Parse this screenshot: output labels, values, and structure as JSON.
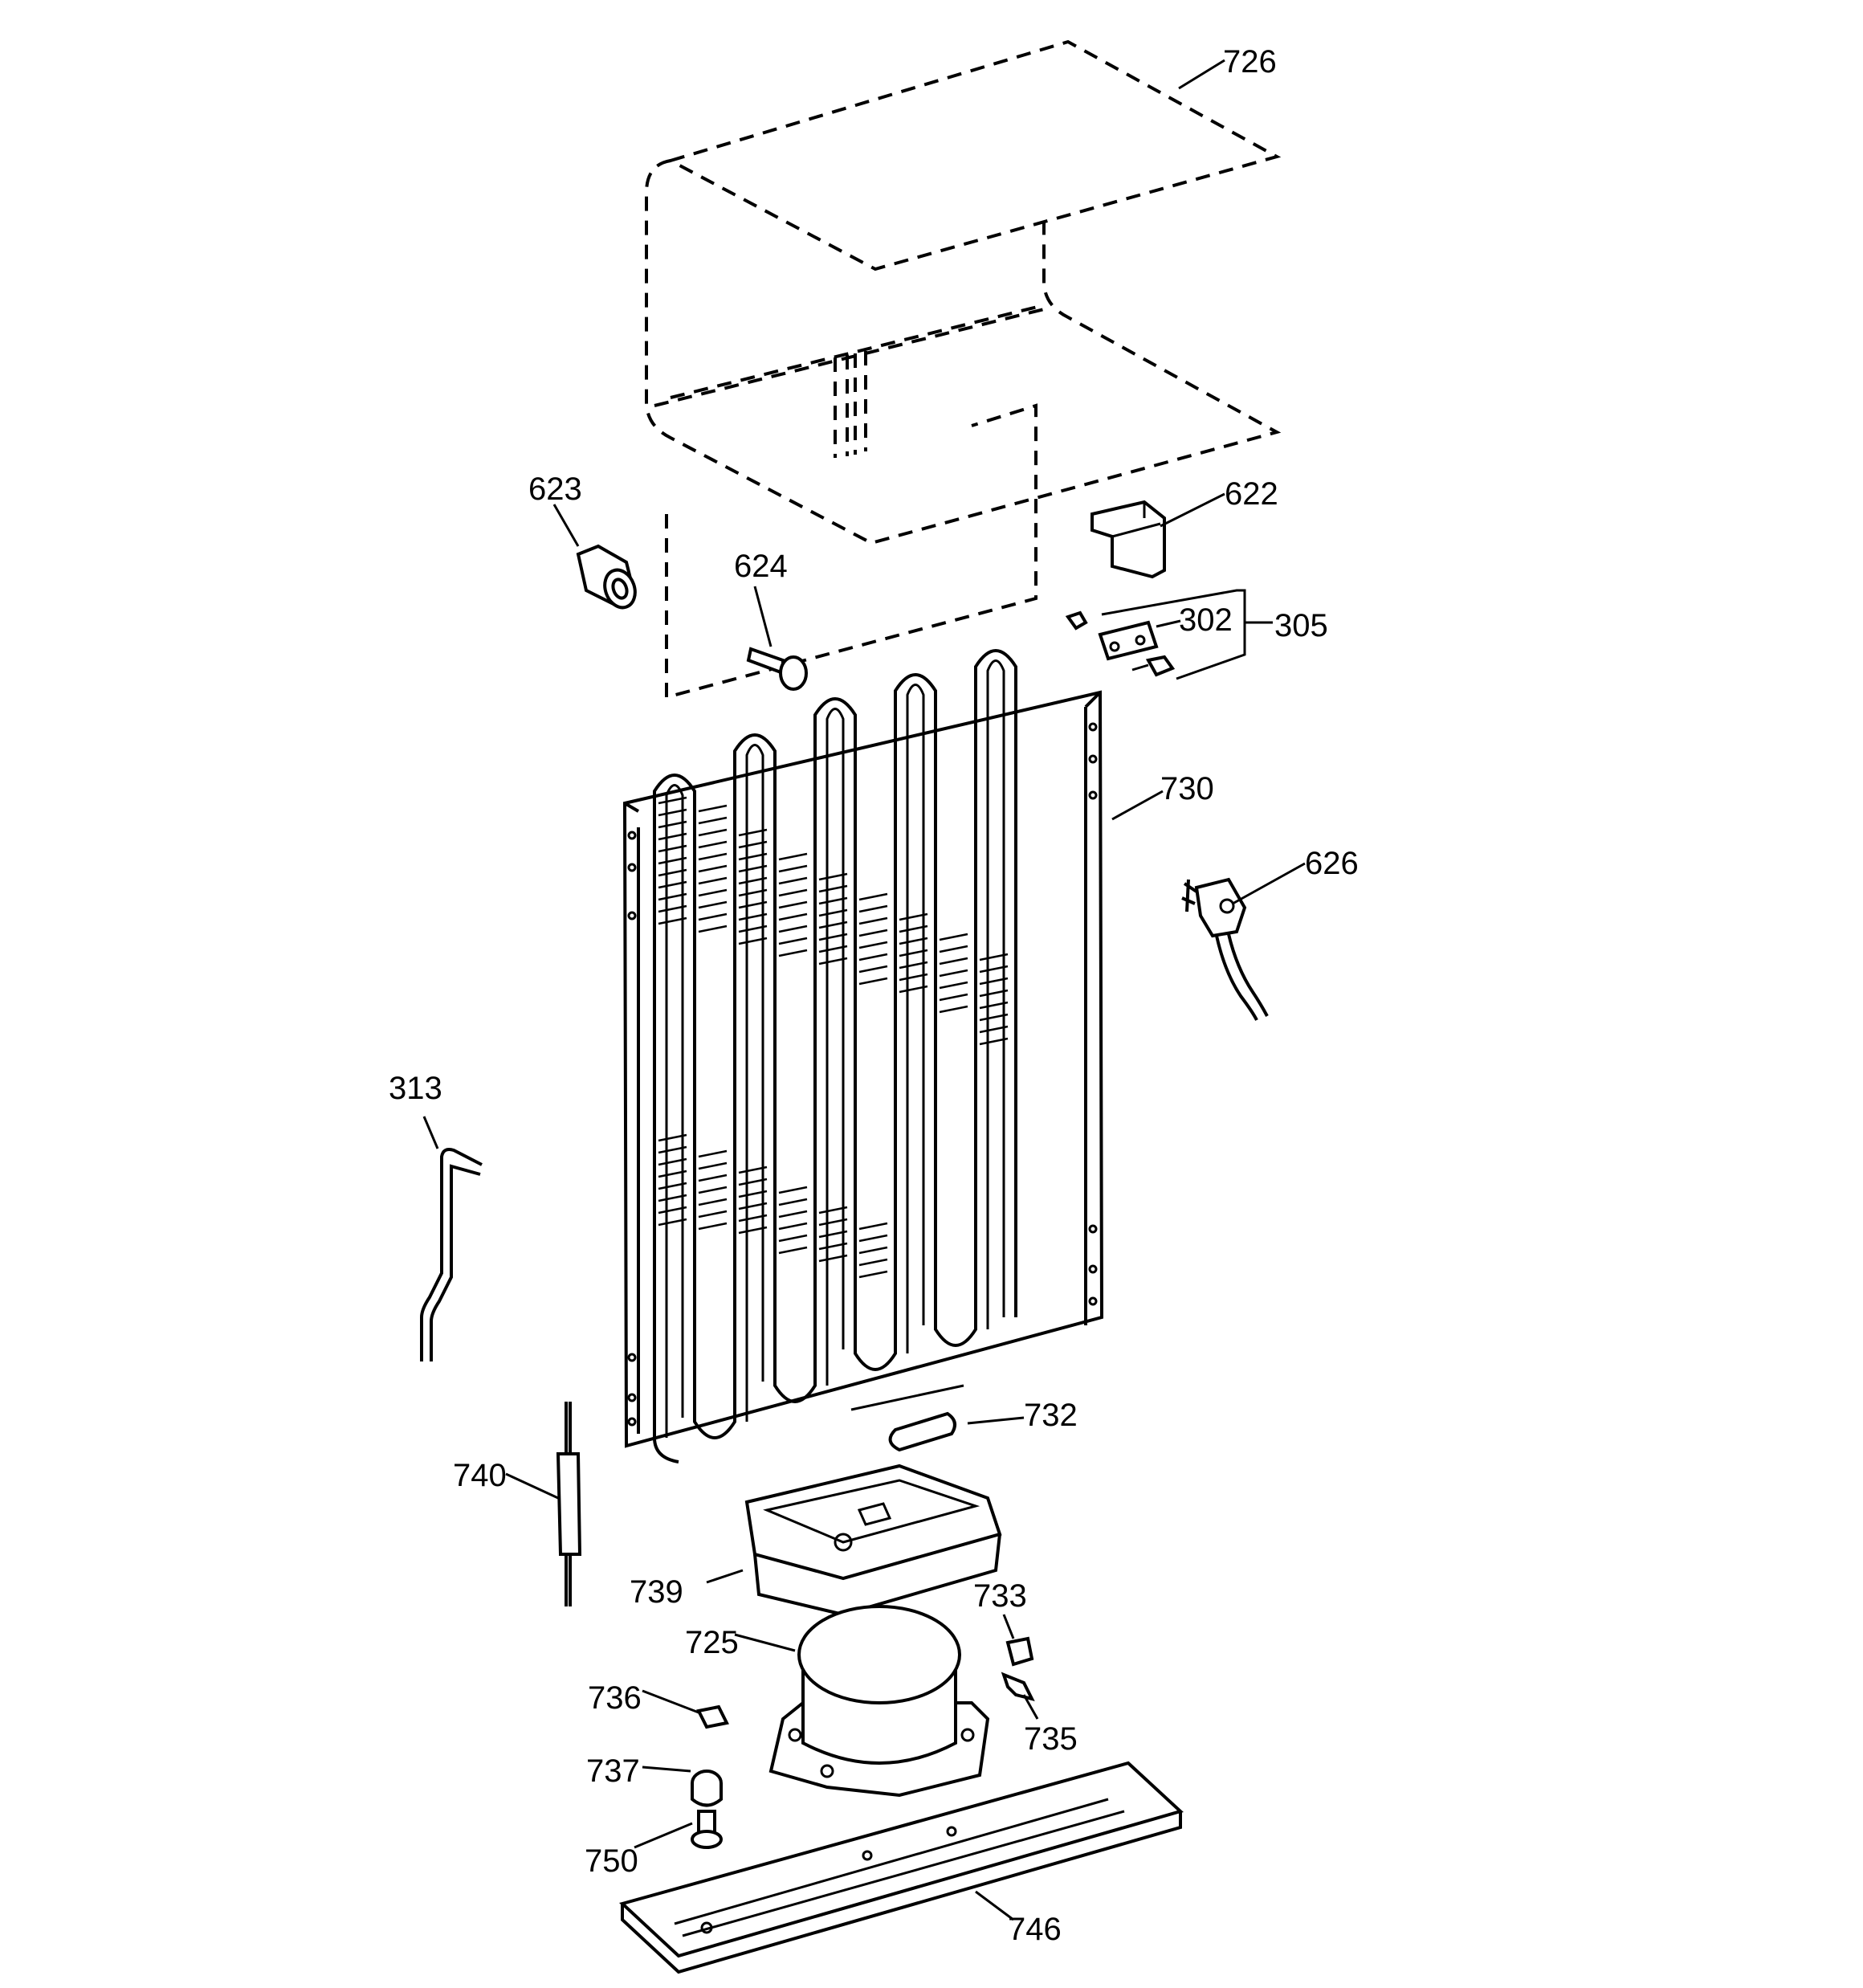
{
  "callouts": [
    {
      "id": "726",
      "label": "726"
    },
    {
      "id": "623",
      "label": "623"
    },
    {
      "id": "622",
      "label": "622"
    },
    {
      "id": "624",
      "label": "624"
    },
    {
      "id": "302",
      "label": "302"
    },
    {
      "id": "305",
      "label": "305"
    },
    {
      "id": "730",
      "label": "730"
    },
    {
      "id": "626",
      "label": "626"
    },
    {
      "id": "313",
      "label": "313"
    },
    {
      "id": "732",
      "label": "732"
    },
    {
      "id": "740",
      "label": "740"
    },
    {
      "id": "739",
      "label": "739"
    },
    {
      "id": "733",
      "label": "733"
    },
    {
      "id": "725",
      "label": "725"
    },
    {
      "id": "736",
      "label": "736"
    },
    {
      "id": "735",
      "label": "735"
    },
    {
      "id": "737",
      "label": "737"
    },
    {
      "id": "750",
      "label": "750"
    },
    {
      "id": "746",
      "label": "746"
    }
  ]
}
